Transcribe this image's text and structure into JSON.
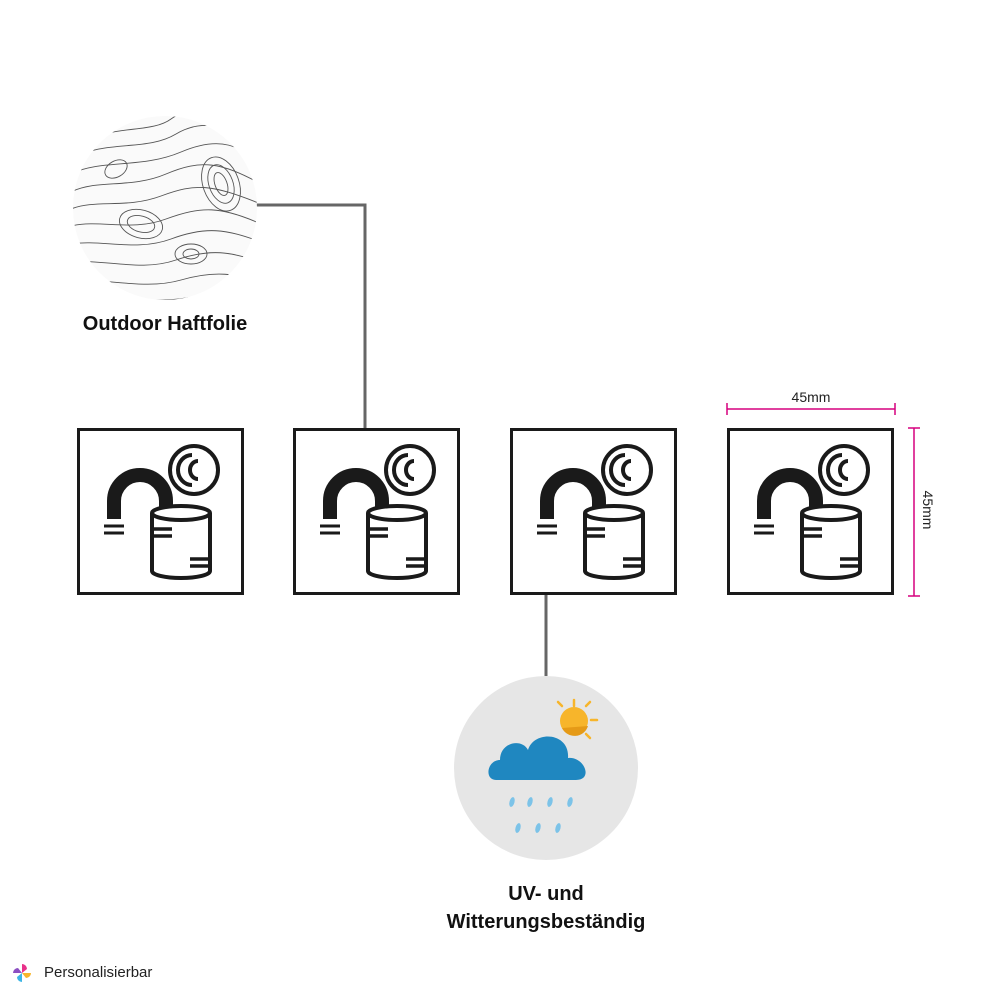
{
  "features": {
    "material_label": "Outdoor Haftfolie",
    "weather_label_line1": "UV- und",
    "weather_label_line2": "Witterungsbeständig"
  },
  "dimensions": {
    "width": "45mm",
    "height": "45mm",
    "color": "#d6007e"
  },
  "signs": [
    {
      "icon": "magnet-can-icon"
    },
    {
      "icon": "magnet-can-icon"
    },
    {
      "icon": "magnet-can-icon"
    },
    {
      "icon": "magnet-can-icon"
    }
  ],
  "brand": {
    "name": "Personalisierbar"
  },
  "colors": {
    "cloud": "#1f87c0",
    "sun": "#f7b52b",
    "rain": "#7cc3e8",
    "circle_bg": "#e6e6e6"
  }
}
